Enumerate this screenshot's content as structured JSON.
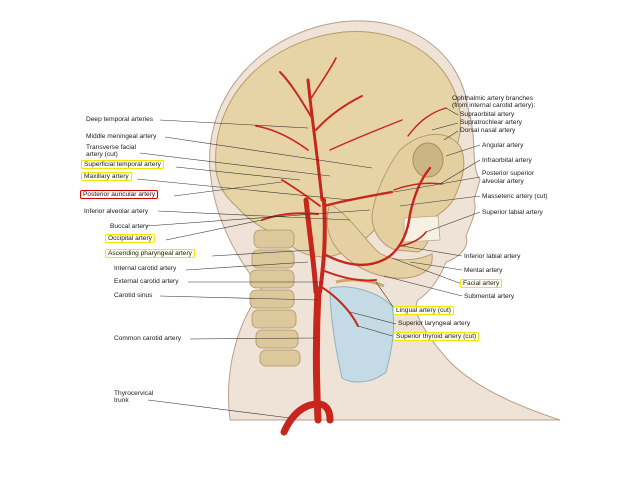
{
  "labels": {
    "left": {
      "deep_temporal": "Deep temporal arteries",
      "middle_meningeal": "Middle meningeal artery",
      "transverse_facial_1": "Transverse facial",
      "transverse_facial_2": "artery (cut)",
      "superficial_temporal": "Superficial temporal artery",
      "maxillary": "Maxillary artery",
      "posterior_auricular": "Posterior auricular artery",
      "inferior_alveolar": "Inferior alveolar artery",
      "buccal": "Buccal artery",
      "occipital": "Occipital artery",
      "ascending_pharyngeal": "Ascending pharyngeal artery",
      "internal_carotid": "Internal carotid artery",
      "external_carotid": "External carotid artery",
      "carotid_sinus": "Carotid sinus",
      "common_carotid": "Common carotid artery",
      "thyrocervical_1": "Thyrocervical",
      "thyrocervical_2": "trunk"
    },
    "right": {
      "ophthalmic_1": "Ophthalmic artery branches",
      "ophthalmic_2": "(from internal carotid artery):",
      "supraorbital": "Supraorbital artery",
      "supratrochlear": "Supratrochlear artery",
      "dorsal_nasal": "Dorsal nasal artery",
      "angular": "Angular artery",
      "infraorbital": "Infraorbital artery",
      "post_sup_alveolar_1": "Posterior superior",
      "post_sup_alveolar_2": "alveolar artery",
      "masseteric": "Masseteric artery (cut)",
      "superior_labial": "Superior labial artery",
      "inferior_labial": "Inferior labial artery",
      "mental": "Mental artery",
      "facial": "Facial artery",
      "submental": "Submental artery",
      "lingual": "Lingual artery (cut)",
      "superior_laryngeal": "Superior laryngeal artery",
      "superior_thyroid": "Superior thyroid artery (cut)"
    }
  },
  "colors": {
    "highlight_yellow": "#f2e600",
    "highlight_red": "#d10000",
    "artery": "#c8261c",
    "bone": "#e6d3a3",
    "skin": "#efe0d2",
    "leader": "#333333"
  }
}
